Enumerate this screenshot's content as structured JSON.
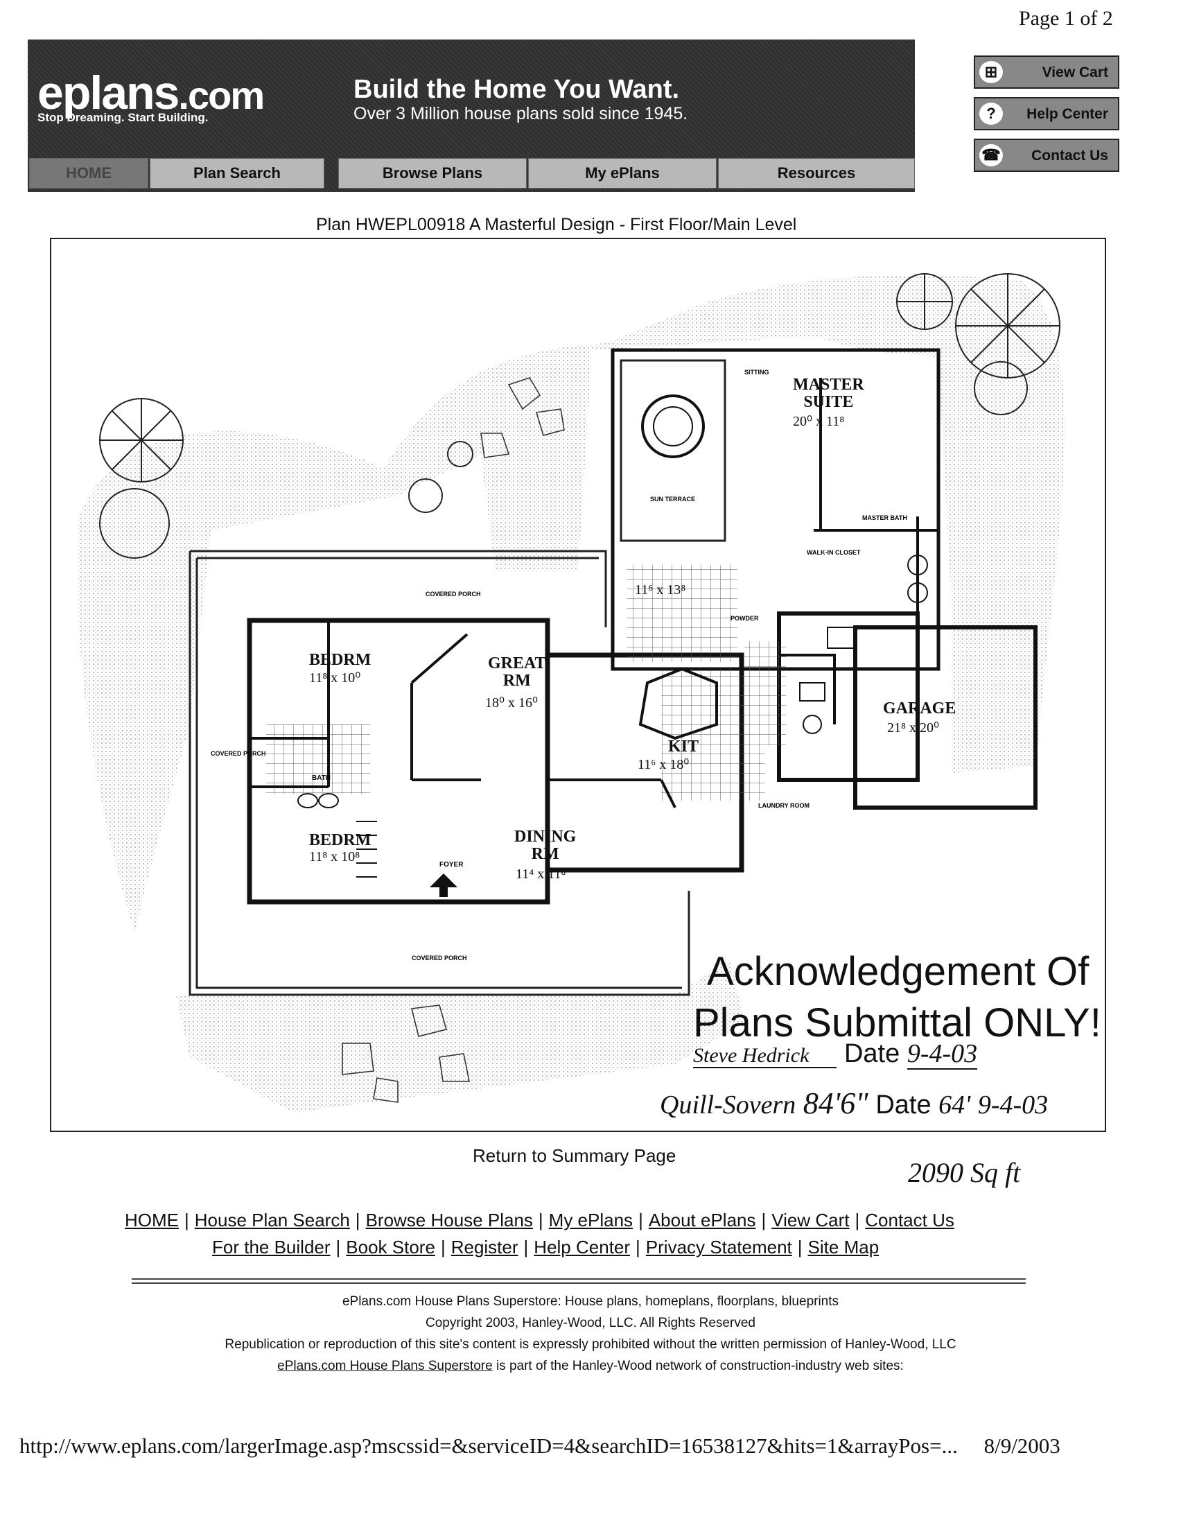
{
  "page_number": "Page 1 of 2",
  "banner": {
    "logo": "eplans",
    "logo_suffix": ".com",
    "tagline": "Stop Dreaming. Start Building.",
    "headline": "Build the Home You Want.",
    "subheadline": "Over 3 Million house plans sold since 1945."
  },
  "nav_tabs": [
    "HOME",
    "Plan Search",
    "Browse Plans",
    "My ePlans",
    "Resources"
  ],
  "side_buttons": [
    {
      "label": "View Cart",
      "icon": "cart-icon"
    },
    {
      "label": "Help Center",
      "icon": "question-icon"
    },
    {
      "label": "Contact Us",
      "icon": "phone-icon"
    }
  ],
  "plan_title": "Plan HWEPL00918 A Masterful Design - First Floor/Main Level",
  "rooms": {
    "master": {
      "name": "MASTER",
      "name2": "SUITE",
      "dim": "20⁰ x 11⁸"
    },
    "great": {
      "name": "GREAT",
      "name2": "RM",
      "dim": "18⁰ x 16⁰"
    },
    "bed1": {
      "name": "BEDRM",
      "dim": "11⁸ x 10⁰"
    },
    "bed2": {
      "name": "BEDRM",
      "dim": "11⁸ x 10⁸"
    },
    "kit": {
      "name": "KIT",
      "dim": "11⁶ x 18⁰"
    },
    "dining": {
      "name": "DINING",
      "name2": "RM",
      "dim": "11⁴ x 11⁸"
    },
    "garage": {
      "name": "GARAGE",
      "dim": "21⁸ x 20⁰"
    },
    "morning": {
      "dim": "11⁶ x 13⁸"
    }
  },
  "small_labels": {
    "sun_terrace": "SUN TERRACE",
    "covered_porch": "COVERED PORCH",
    "foyer": "FOYER",
    "bath": "BATH",
    "master_bath": "MASTER BATH",
    "laundry": "LAUNDRY ROOM",
    "powder": "POWDER",
    "sitting": "SITTING",
    "walkin": "WALK-IN CLOSET"
  },
  "acknowledgement": {
    "line1": "Acknowledgement Of",
    "line2": "Plans Submittal ONLY!",
    "signature1": "Steve Hedrick",
    "date_label": "Date",
    "date1": "9-4-03",
    "signature2": "Quill-Sovern",
    "measure": "84'6\"",
    "measure2": "64'",
    "date2": "9-4-03"
  },
  "return_link": "Return to Summary Page",
  "sqft_note": "2090 Sq ft",
  "footer_nav_row1": [
    "HOME",
    "House Plan Search",
    "Browse House Plans",
    "My ePlans",
    "About ePlans",
    "View Cart",
    "Contact Us"
  ],
  "footer_nav_row2": [
    "For the Builder",
    "Book Store",
    "Register",
    "Help Center",
    "Privacy Statement",
    "Site Map"
  ],
  "footer": {
    "line1": "ePlans.com House Plans Superstore: House plans, homeplans, floorplans, blueprints",
    "line2": "Copyright 2003, Hanley-Wood, LLC. All Rights Reserved",
    "line3": "Republication or reproduction of this site's content is expressly prohibited without the written permission of Hanley-Wood, LLC",
    "line4_link": "ePlans.com House Plans Superstore",
    "line4_rest": " is part of the Hanley-Wood network of construction-industry web sites:"
  },
  "url_line": "http://www.eplans.com/largerImage.asp?mscssid=&serviceID=4&searchID=16538127&hits=1&arrayPos=...",
  "print_date": "8/9/2003"
}
